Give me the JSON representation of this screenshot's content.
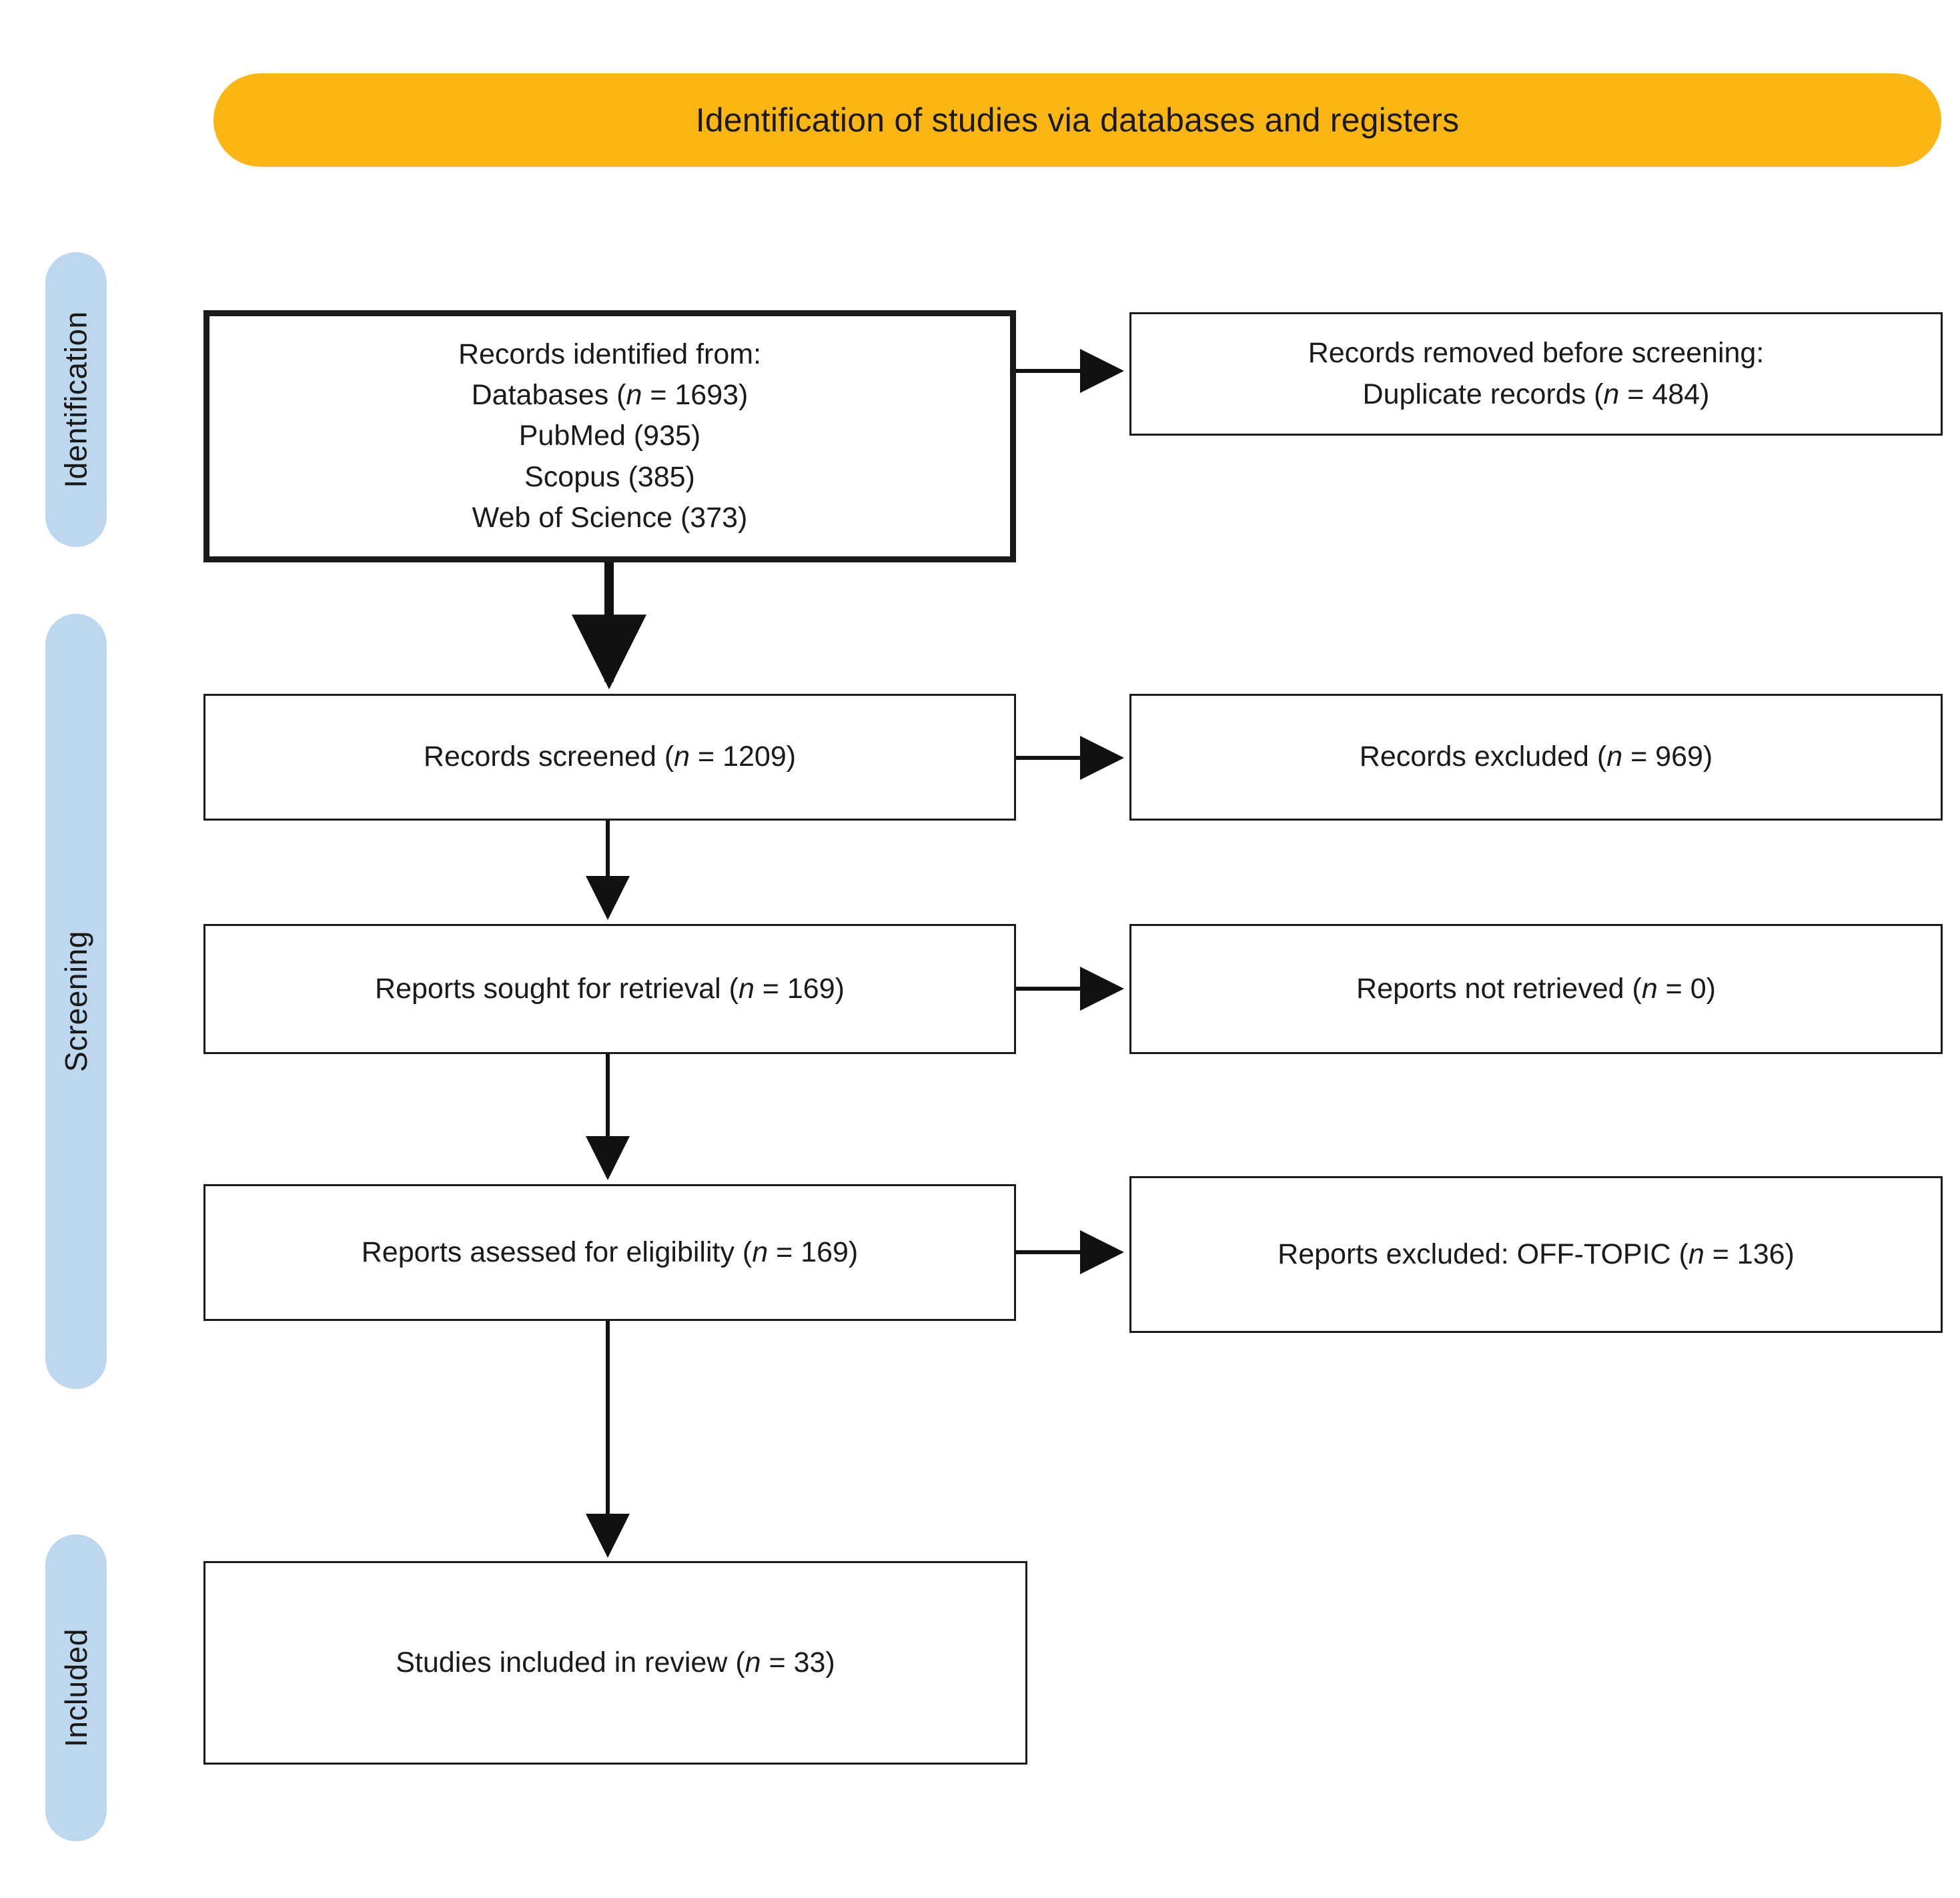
{
  "header": {
    "title": "Identification of studies via databases and registers"
  },
  "stages": [
    {
      "key": "identification",
      "label": "Identification"
    },
    {
      "key": "screening",
      "label": "Screening"
    },
    {
      "key": "included",
      "label": "Included"
    }
  ],
  "boxes": {
    "identified": {
      "lines": [
        "Records identified from:",
        "Databases (n = 1693)",
        "PubMed (935)",
        "Scopus (385)",
        "Web of Science (373)"
      ]
    },
    "removed": {
      "lines": [
        "Records removed before screening:",
        "Duplicate records (n = 484)"
      ]
    },
    "screened": {
      "lines": [
        "Records screened (n = 1209)"
      ]
    },
    "excluded": {
      "lines": [
        "Records excluded (n = 969)"
      ]
    },
    "sought": {
      "lines": [
        "Reports sought for retrieval (n = 169)"
      ]
    },
    "not_retrieved": {
      "lines": [
        "Reports not retrieved (n = 0)"
      ]
    },
    "eligibility": {
      "lines": [
        "Reports asessed for eligibility (n = 169)"
      ]
    },
    "offtopic": {
      "lines": [
        "Reports excluded: OFF-TOPIC (n = 136)"
      ]
    },
    "included_review": {
      "lines": [
        "Studies included in review (n = 33)"
      ]
    }
  },
  "counts": {
    "databases_total": 1693,
    "pubmed": 935,
    "scopus": 385,
    "web_of_science": 373,
    "duplicates_removed": 484,
    "records_screened": 1209,
    "records_excluded": 969,
    "reports_sought": 169,
    "reports_not_retrieved": 0,
    "reports_assessed": 169,
    "reports_excluded_offtopic": 136,
    "studies_included": 33
  },
  "colors": {
    "banner": "#FBB614",
    "stage_pill": "#BDD7EE",
    "box_border": "#1a1a1a",
    "text": "#1a1a1a",
    "background": "#ffffff"
  }
}
